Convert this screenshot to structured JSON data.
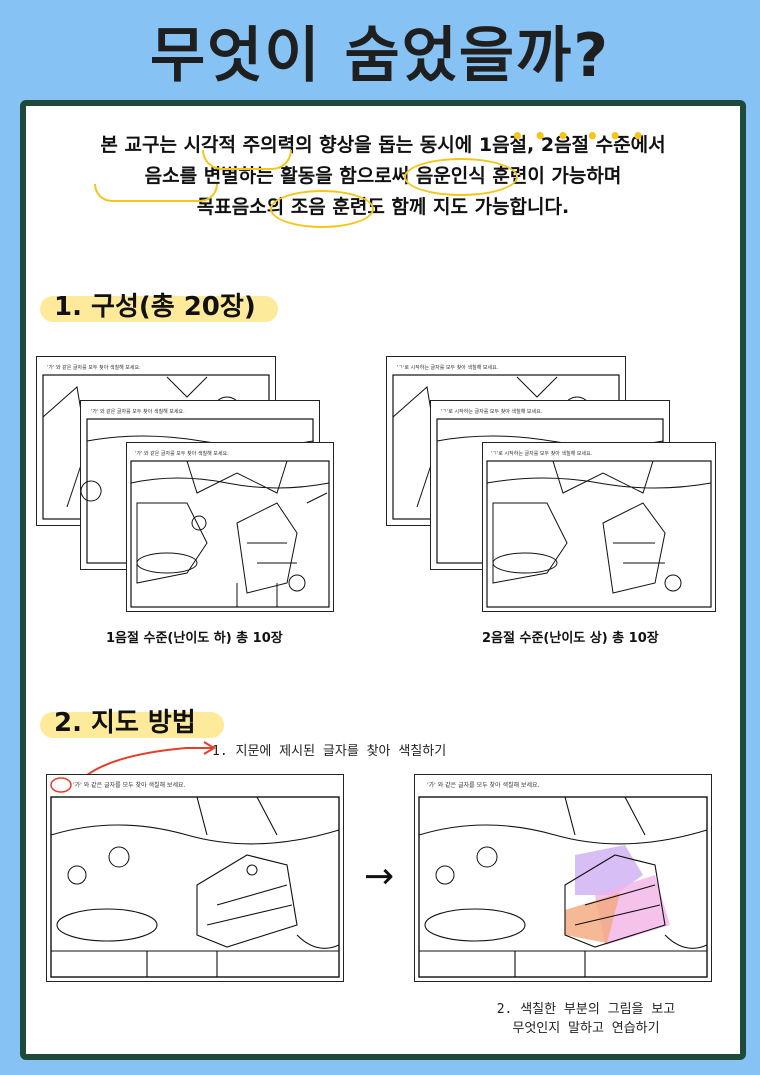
{
  "title": "무엇이 숨었을까?",
  "intro": {
    "line1": "본 교구는 시각적 주의력의 향상을 돕는 동시에 1음절, 2음절 수준에서",
    "line2": "음소를 변별하는 활동을 함으로써 음운인식 훈련이 가능하며",
    "line3": "목표음소의 조음 훈련도 함께 지도 가능합니다."
  },
  "section1": {
    "heading": "1. 구성(총 20장)",
    "left_caption": "1음절 수준(난이도 하) 총 10장",
    "right_caption": "2음절 수준(난이도 상) 총 10장",
    "left_sheet_header": "'가' 와 같은 글자를 모두 찾아 색칠해 보세요.",
    "right_sheet_header": "'ㄱ'로 시작하는 글자를 모두 찾아 색칠해 보세요."
  },
  "section2": {
    "heading": "2. 지도 방법",
    "step1": "1. 지문에 제시된 글자를 찾아 색칠하기",
    "step2_line1": "2. 색칠한 부분의 그림을 보고",
    "step2_line2": "무엇인지 말하고 연습하기",
    "sheet_header": "'가' 와 같은 글자를 모두 찾아 색칠해 보세요.",
    "arrow": "→"
  },
  "colors": {
    "background": "#86C3F4",
    "panel_border": "#1e4a3c",
    "highlight": "#f5c518",
    "marker": "#fde68a",
    "pointer": "#e53e2b",
    "fill_purple": "#c9a8f2",
    "fill_pink": "#f3b3e6",
    "fill_orange": "#f2a97a"
  }
}
